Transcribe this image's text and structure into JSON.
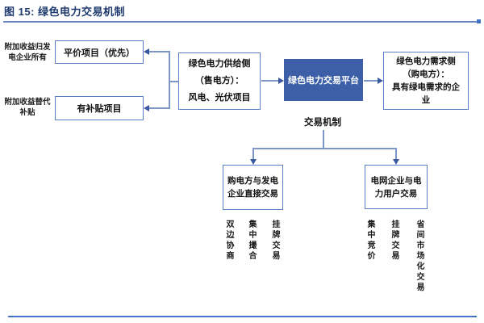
{
  "title": "图 15: 绿色电力交易机制",
  "colors": {
    "title_text": "#1e3a6e",
    "box_border": "#5b7fc4",
    "platform_fill": "#3c5fa7",
    "connector_line": "#7c96c8",
    "arrowhead": "#3a57a0",
    "rule": "#4472c4"
  },
  "diagram": {
    "side_labels": {
      "parity_note": "附加收益归发\n电企业所有",
      "subsidy_note": "附加收益替代\n补贴"
    },
    "boxes": {
      "parity": "平价项目（优先）",
      "subsidized": "有补贴项目",
      "supply": "绿色电力供给侧\n（售电方）：\n风电、光伏项目",
      "platform": "绿色电力交易平台",
      "demand": "绿色电力需求侧\n（购电方）：\n具有绿电需求的企\n业",
      "direct_trade": "购电方与发电\n企业直接交易",
      "grid_trade": "电网企业与电\n力用户交易"
    },
    "mechanism_label": "交易机制",
    "direct_trade_modes": [
      "双边协商",
      "集中撮合",
      "挂牌交易"
    ],
    "grid_trade_modes": [
      "集中竞价",
      "挂牌交易",
      "省间市场化交易"
    ]
  }
}
